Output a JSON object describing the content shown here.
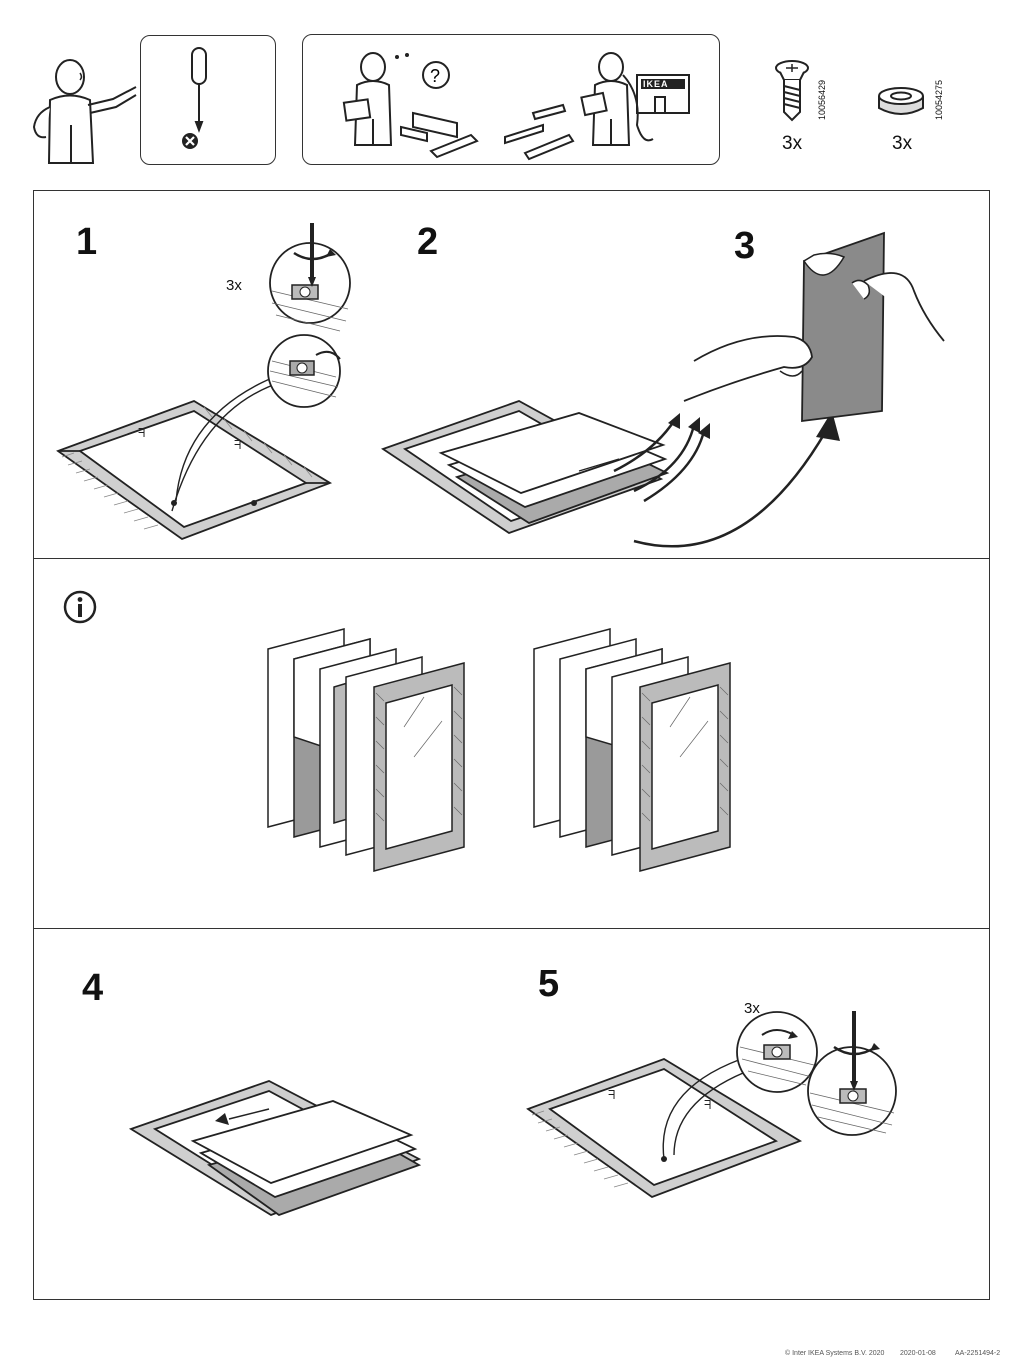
{
  "parts": [
    {
      "icon": "screw-icon",
      "number": "10056429",
      "quantity": "3x"
    },
    {
      "icon": "washer-ring-icon",
      "number": "10054275",
      "quantity": "3x"
    }
  ],
  "intro_panels": [
    {
      "icon": "screwdriver-icon",
      "meaning": "phillips-screwdriver-needed"
    },
    {
      "icon": "help-call-icon",
      "sign_text": "IKEA"
    }
  ],
  "steps": [
    {
      "number": "1",
      "callout_qty": "3x"
    },
    {
      "number": "2"
    },
    {
      "number": "3"
    },
    {
      "number": "4"
    },
    {
      "number": "5",
      "callout_qty": "3x"
    }
  ],
  "info_section": {
    "icon": "info-icon"
  },
  "footer": {
    "copyright": "© Inter IKEA Systems B.V. 2020",
    "date": "2020-01-08",
    "doc_id": "AA-2251494-2"
  }
}
